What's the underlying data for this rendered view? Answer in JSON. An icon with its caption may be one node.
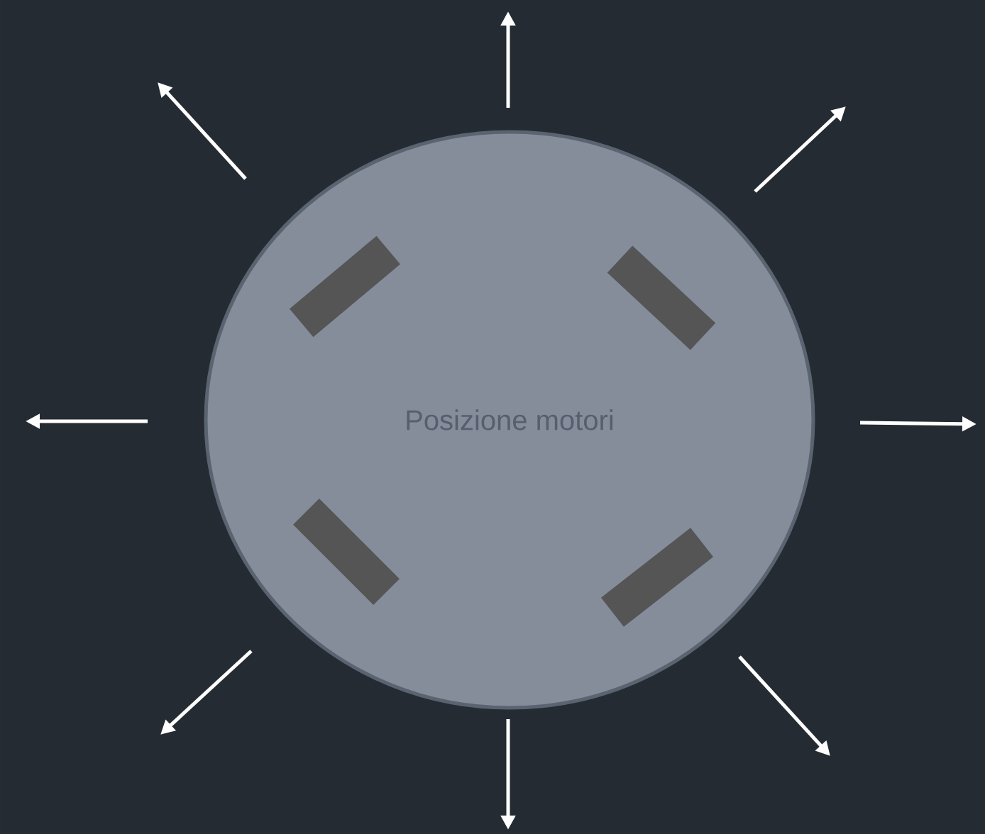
{
  "diagram": {
    "nodes": [
      {
        "text": [
          "Posizione motori"
        ]
      },
      {
        "text": [],
        "shape": "bar",
        "in": 0
      },
      {
        "text": [],
        "shape": "bar",
        "in": 0
      },
      {
        "text": [],
        "shape": "bar",
        "in": 0
      },
      {
        "text": [],
        "shape": "bar",
        "in": 0
      }
    ]
  }
}
